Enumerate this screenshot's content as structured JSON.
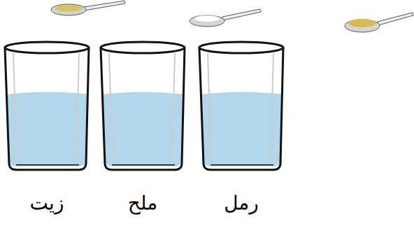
{
  "diagram": {
    "labels": [
      "زيت",
      "ملح",
      "رمل"
    ]
  }
}
